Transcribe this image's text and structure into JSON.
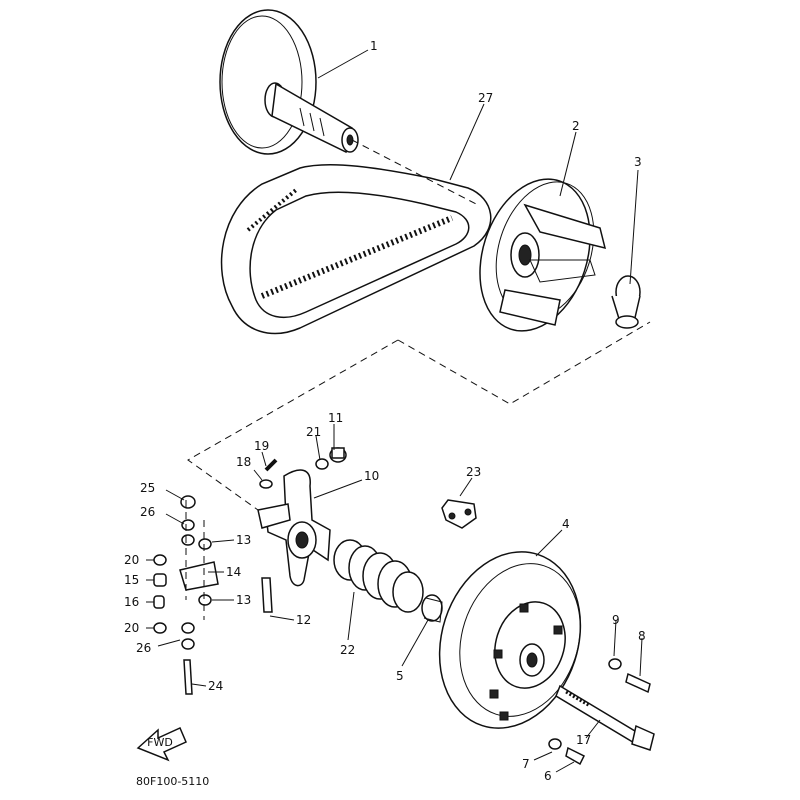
{
  "diagram": {
    "drawing_code": "80F100-5110",
    "front_arrow_label": "FWD",
    "callouts": [
      {
        "id": "c1",
        "text": "1"
      },
      {
        "id": "c27",
        "text": "27"
      },
      {
        "id": "c2",
        "text": "2"
      },
      {
        "id": "c3",
        "text": "3"
      },
      {
        "id": "c11",
        "text": "11"
      },
      {
        "id": "c21",
        "text": "21"
      },
      {
        "id": "c19",
        "text": "19"
      },
      {
        "id": "c18",
        "text": "18"
      },
      {
        "id": "c10",
        "text": "10"
      },
      {
        "id": "c23",
        "text": "23"
      },
      {
        "id": "c25",
        "text": "25"
      },
      {
        "id": "c26a",
        "text": "26"
      },
      {
        "id": "c13a",
        "text": "13"
      },
      {
        "id": "c20a",
        "text": "20"
      },
      {
        "id": "c14",
        "text": "14"
      },
      {
        "id": "c15",
        "text": "15"
      },
      {
        "id": "c16",
        "text": "16"
      },
      {
        "id": "c13b",
        "text": "13"
      },
      {
        "id": "c20b",
        "text": "20"
      },
      {
        "id": "c12",
        "text": "12"
      },
      {
        "id": "c26b",
        "text": "26"
      },
      {
        "id": "c22",
        "text": "22"
      },
      {
        "id": "c5",
        "text": "5"
      },
      {
        "id": "c4",
        "text": "4"
      },
      {
        "id": "c9",
        "text": "9"
      },
      {
        "id": "c8",
        "text": "8"
      },
      {
        "id": "c24",
        "text": "24"
      },
      {
        "id": "c17",
        "text": "17"
      },
      {
        "id": "c7",
        "text": "7"
      },
      {
        "id": "c6",
        "text": "6"
      }
    ]
  }
}
